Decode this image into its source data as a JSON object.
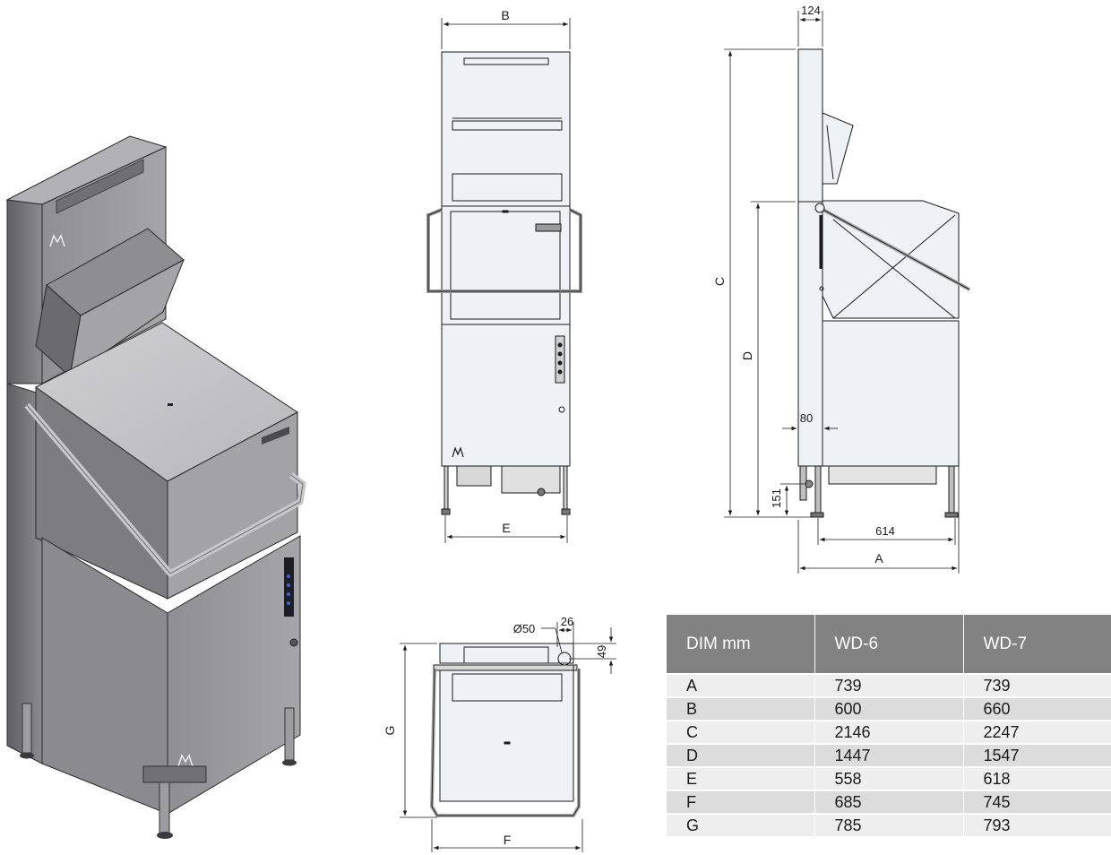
{
  "dimension_labels": {
    "front_width": "B",
    "front_base_width": "E",
    "side_depth_top": "124",
    "side_total_height": "C",
    "side_open_height": "D",
    "side_offset": "80",
    "side_leg_height": "151",
    "side_depth_base": "614",
    "side_total_depth": "A",
    "top_diameter": "Ø50",
    "top_offset_x": "26",
    "top_offset_y": "49",
    "top_depth": "G",
    "top_width": "F"
  },
  "table": {
    "headers": [
      "DIM mm",
      "WD-6",
      "WD-7"
    ],
    "rows": [
      [
        "A",
        "739",
        "739"
      ],
      [
        "B",
        "600",
        "660"
      ],
      [
        "C",
        "2146",
        "2247"
      ],
      [
        "D",
        "1447",
        "1547"
      ],
      [
        "E",
        "558",
        "618"
      ],
      [
        "F",
        "685",
        "745"
      ],
      [
        "G",
        "785",
        "793"
      ]
    ]
  },
  "colors": {
    "line": "#1a1a1a",
    "panel_light": "#eef1f5",
    "metal_dark": "#7b7b80",
    "metal_mid": "#9c9ca0",
    "metal_light": "#c9c9cc",
    "table_header_bg": "#828282",
    "row_light": "#eeeeee",
    "row_dark": "#dcdcdc"
  }
}
